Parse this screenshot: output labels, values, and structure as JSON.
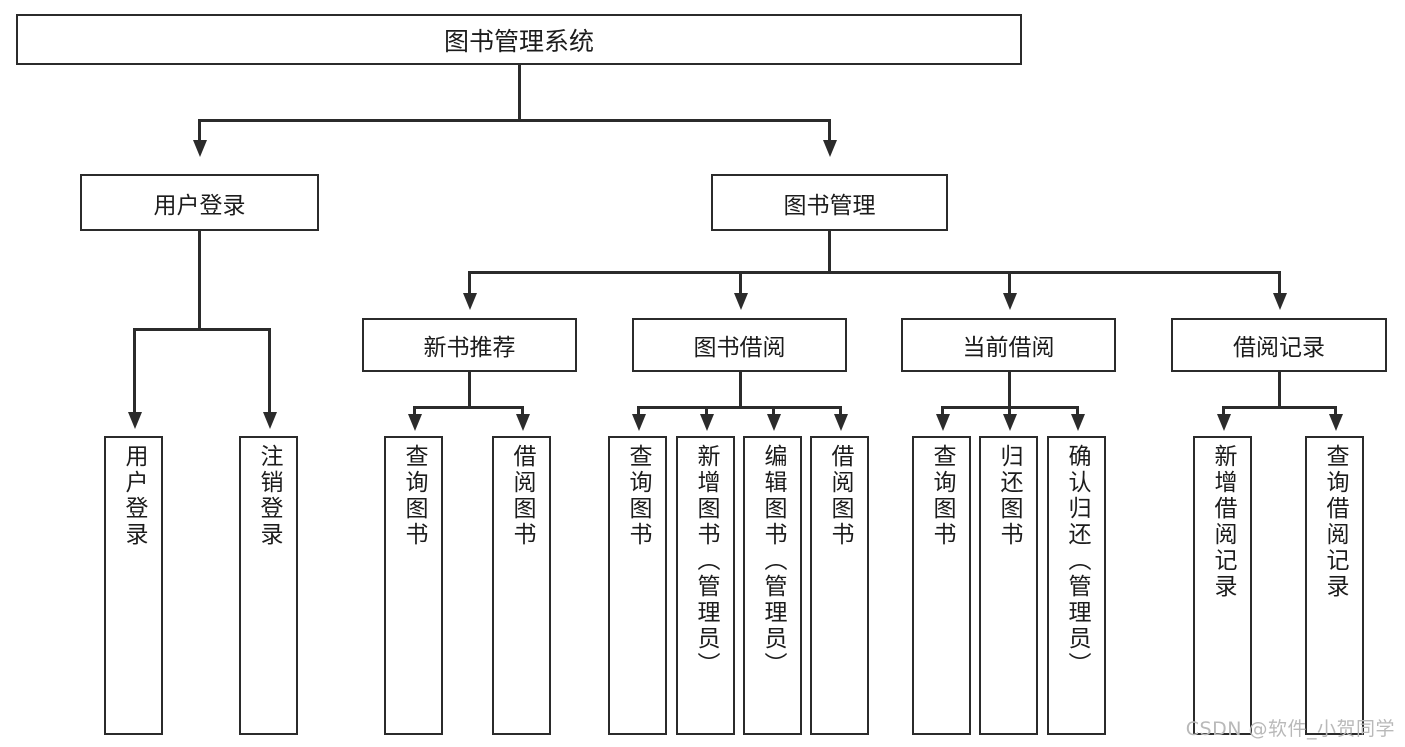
{
  "diagram": {
    "type": "tree-hierarchy",
    "title": "图书管理系统",
    "orientation": "top-down",
    "colors": {
      "box_border": "#2b2b2b",
      "box_fill": "#ffffff",
      "connector": "#2b2b2b",
      "background": "#ffffff",
      "watermark": "#b9b9b9"
    },
    "root": {
      "label": "图书管理系统"
    },
    "level1": [
      {
        "label": "用户登录"
      },
      {
        "label": "图书管理"
      }
    ],
    "level2": [
      {
        "label": "新书推荐"
      },
      {
        "label": "图书借阅"
      },
      {
        "label": "当前借阅"
      },
      {
        "label": "借阅记录"
      }
    ],
    "leaves": [
      {
        "label": "用户登录",
        "parent": "用户登录"
      },
      {
        "label": "注销登录",
        "parent": "用户登录"
      },
      {
        "label": "查询图书",
        "parent": "新书推荐"
      },
      {
        "label": "借阅图书",
        "parent": "新书推荐"
      },
      {
        "label": "查询图书",
        "parent": "图书借阅"
      },
      {
        "label": "新增图书（管理员）",
        "parent": "图书借阅"
      },
      {
        "label": "编辑图书（管理员）",
        "parent": "图书借阅"
      },
      {
        "label": "借阅图书",
        "parent": "图书借阅"
      },
      {
        "label": "查询图书",
        "parent": "当前借阅"
      },
      {
        "label": "归还图书",
        "parent": "当前借阅"
      },
      {
        "label": "确认归还（管理员）",
        "parent": "当前借阅"
      },
      {
        "label": "新增借阅记录",
        "parent": "借阅记录"
      },
      {
        "label": "查询借阅记录",
        "parent": "借阅记录"
      }
    ]
  },
  "watermark": {
    "text": "CSDN @软件_小贺同学"
  }
}
